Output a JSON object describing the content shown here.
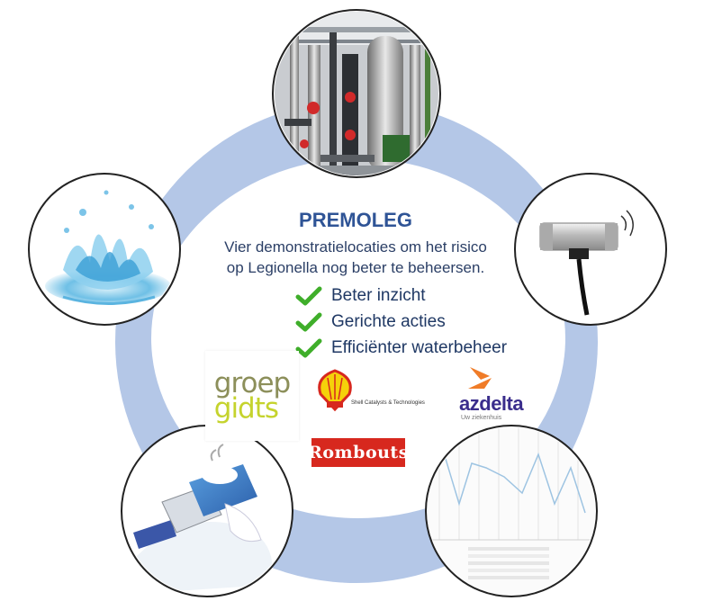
{
  "title": "PREMOLEG",
  "subtitle_lines": [
    "Vier demonstratielocaties om het risico",
    "op Legionella nog beter te beheersen."
  ],
  "bullets": [
    "Beter inzicht",
    "Gerichte acties",
    "Efficiënter waterbeheer"
  ],
  "colors": {
    "ring": "#b4c7e7",
    "title": "#2f5496",
    "text": "#1f3864",
    "check": "#3fae2a",
    "circle_border": "#222222"
  },
  "images": {
    "top": "industrial-water-installation-photo",
    "left": "water-splash-photo",
    "right": "flow-sensor-photo",
    "bottom_left": "usb-stick-water-illustration",
    "bottom_right": "data-chart-screenshot"
  },
  "logos": {
    "groep_gidts": {
      "line1": "groep",
      "line2": "gidts"
    },
    "shell": {
      "caption": "Shell Catalysts & Technologies"
    },
    "azdelta": {
      "az": "az",
      "delta": "delta",
      "tagline": "Uw ziekenhuis"
    },
    "rombouts": {
      "name": "Rombouts"
    }
  }
}
